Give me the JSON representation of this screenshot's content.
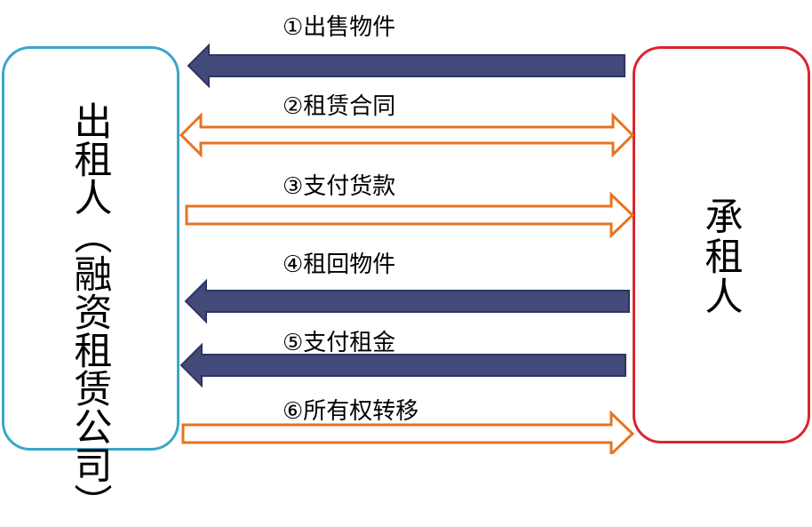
{
  "lessor": {
    "chars": [
      "出",
      "租",
      "人",
      "︵",
      "融",
      "资",
      "租",
      "赁",
      "公",
      "司",
      "︶"
    ]
  },
  "lessee": {
    "chars": [
      "承",
      "租",
      "人"
    ]
  },
  "flows": [
    {
      "label": "①出售物件",
      "direction": "left",
      "style": "solid"
    },
    {
      "label": "②租赁合同",
      "direction": "both",
      "style": "outline"
    },
    {
      "label": "③支付货款",
      "direction": "right",
      "style": "outline"
    },
    {
      "label": "④租回物件",
      "direction": "left",
      "style": "solid"
    },
    {
      "label": "⑤支付租金",
      "direction": "left",
      "style": "solid"
    },
    {
      "label": "⑥所有权转移",
      "direction": "right",
      "style": "outline"
    }
  ],
  "colors": {
    "lessor_border": "#3aa7c7",
    "lessee_border": "#d9262c",
    "solid_arrow_fill": "#434a79",
    "solid_arrow_stroke": "#2e3560",
    "outline_arrow_stroke": "#e8731f"
  }
}
